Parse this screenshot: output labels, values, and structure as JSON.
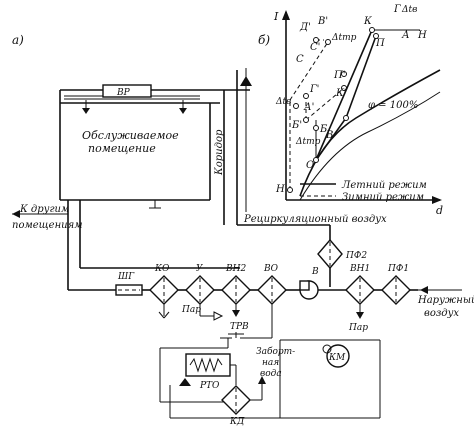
{
  "panel_a": {
    "label": "а)",
    "room_label_line1": "Обслуживаемое",
    "room_label_line2": "помещение",
    "corridor": "Коридор",
    "to_other_line1": "К другим",
    "to_other_line2": "помещениям",
    "recirc": "Рециркуляционный воздух",
    "outdoor_line1": "Наружный",
    "outdoor_line2": "воздух",
    "steam1": "Пар",
    "steam2": "Пар",
    "chilled_water_line1": "Заборт-",
    "chilled_water_line2": "ная",
    "chilled_water_line3": "вода",
    "components": {
      "VR": "ВР",
      "SHG": "ШГ",
      "KO": "КО",
      "U": "У",
      "VN2": "ВН2",
      "VO": "ВО",
      "V": "В",
      "VN1": "ВН1",
      "PF1": "ПФ1",
      "PF2": "ПФ2",
      "TRV": "ТРВ",
      "RTO": "РТО",
      "KM": "КМ",
      "KD": "КД"
    }
  },
  "panel_b": {
    "label": "б)",
    "axis_i": "I",
    "axis_d": "d",
    "phi_label": "φ = 100%",
    "legend_summer": "Летний режим",
    "legend_winter": "Зимний режим",
    "points": {
      "D1": "Д'",
      "V1": "В'",
      "C1": "С'",
      "G1": "Г'",
      "A1": "А'",
      "P1": "П'",
      "K1": "К'",
      "B": "Б",
      "B1": "Б'",
      "V": "В",
      "O": "О",
      "N1": "Н'",
      "K": "К",
      "P": "П",
      "G": "Г",
      "A": "А",
      "N": "Н",
      "C": "С"
    },
    "dt_mp_top": "Δtmp",
    "dt_mp_mid": "Δtmp",
    "dt_v_top": "Δtв",
    "dt_v_left": "Δtв"
  }
}
